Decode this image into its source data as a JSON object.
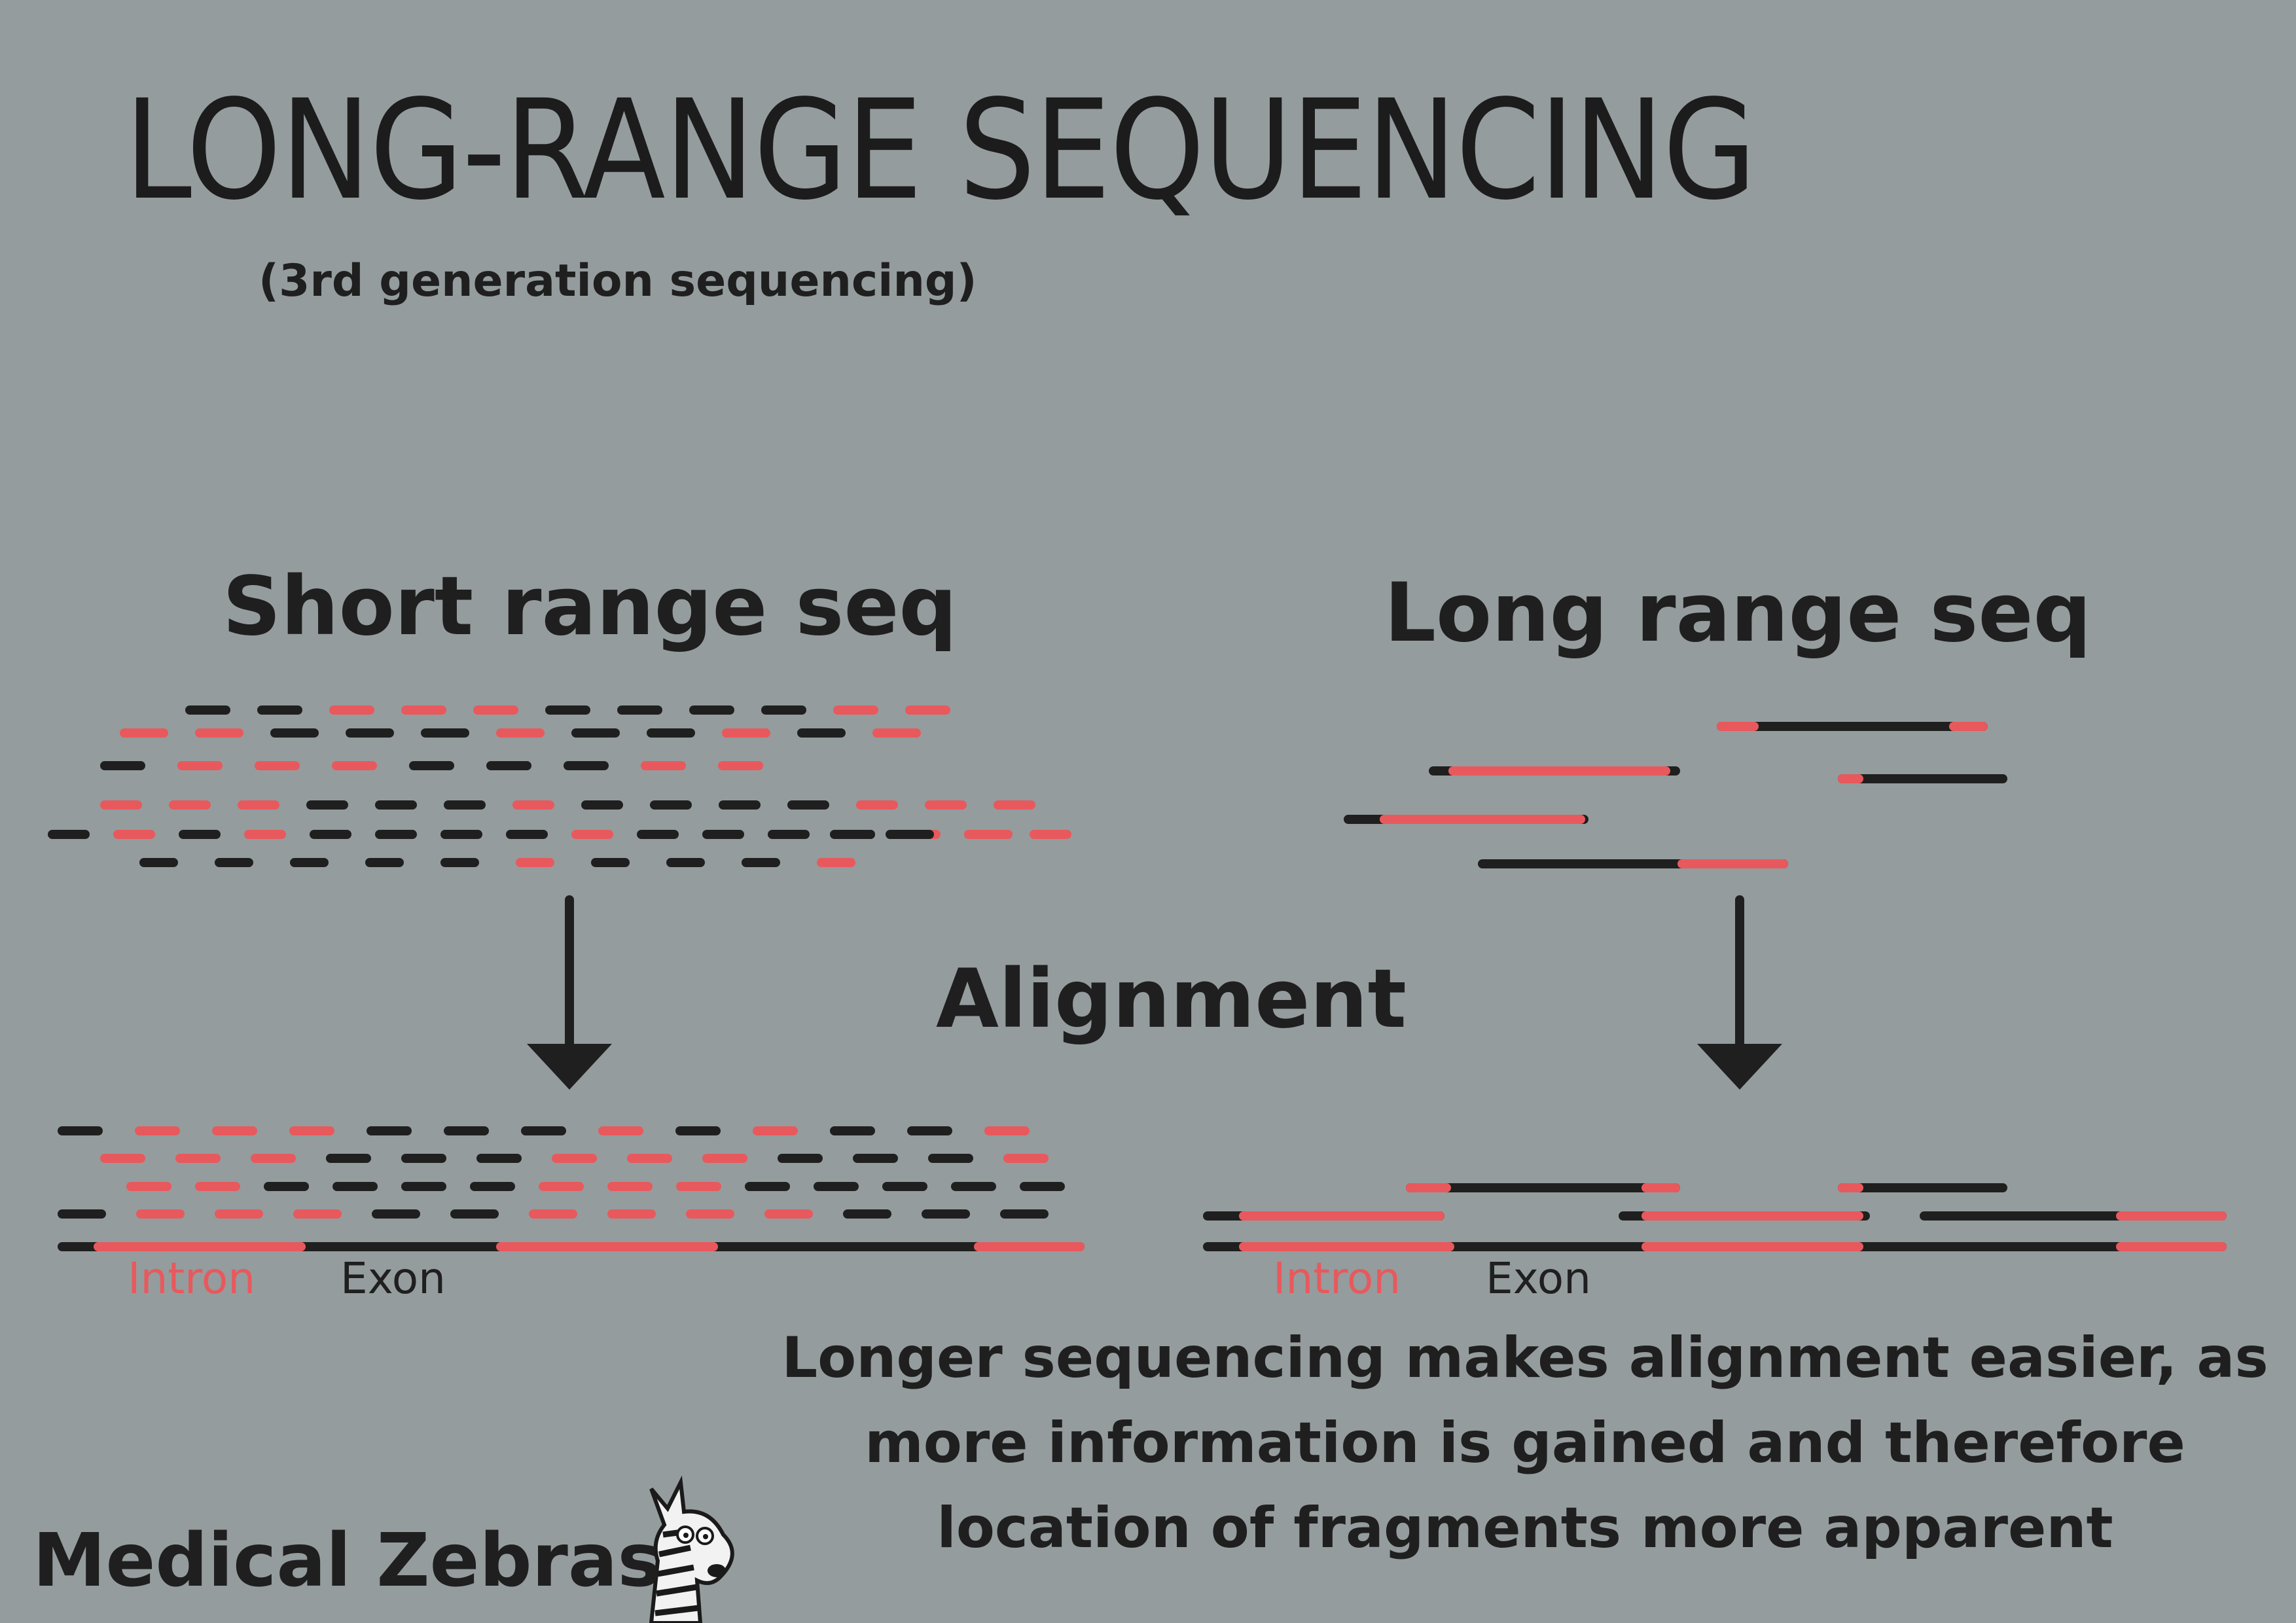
{
  "title": "LONG-RANGE SEQUENCING",
  "subtitle": "(3rd generation sequencing)",
  "short_heading": "Short range seq",
  "long_heading": "Long range seq",
  "alignment_label": "Alignment",
  "legend_left": {
    "intron": "Intron",
    "exon": "Exon"
  },
  "legend_right": {
    "intron": "Intron",
    "exon": "Exon"
  },
  "caption": "Longer sequencing makes alignment easier, as more information is gained and therefore location of fragments more apparent",
  "brand": "Medical Zebras",
  "colors": {
    "background": "#959c9d",
    "intron": "#e8595d",
    "exon": "#1f1f1f"
  },
  "icons": [
    "down-arrow-icon",
    "zebra-logo-icon"
  ]
}
